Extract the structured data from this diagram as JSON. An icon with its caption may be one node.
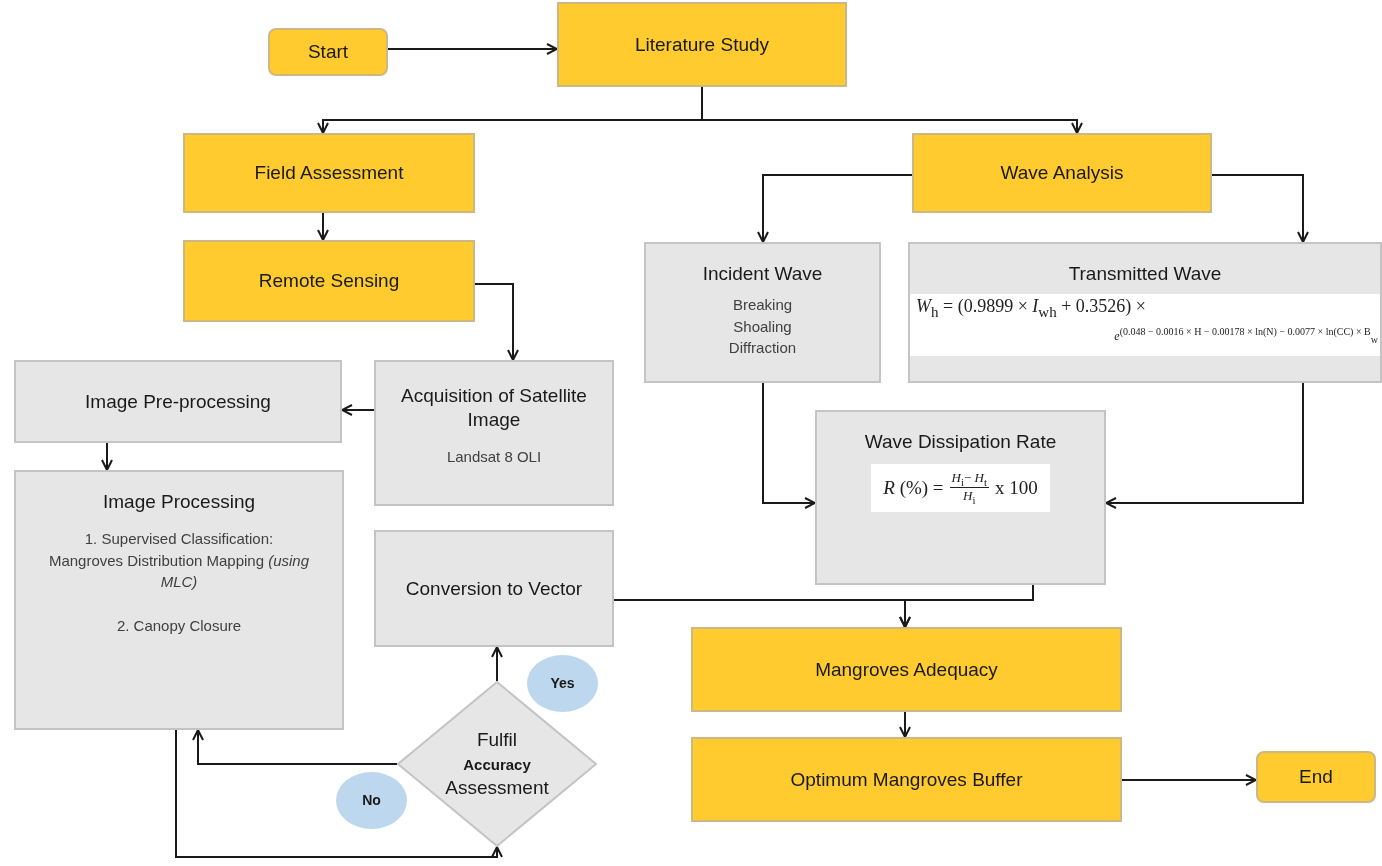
{
  "diagram": {
    "nodes": [
      {
        "text": [
          "Start"
        ]
      },
      {
        "text": [
          "Literature Study"
        ]
      },
      {
        "text": [
          "Field Assessment"
        ]
      },
      {
        "text": [
          "Wave Analysis"
        ]
      },
      {
        "text": [
          "Remote Sensing"
        ]
      },
      {
        "text": [
          "Incident Wave",
          "Breaking Shoaling Diffraction"
        ]
      },
      {
        "text": [
          "Transmitted Wave",
          "*W*$_{h}$ = (0.9899 × *I*$_{wh}$ + 0.3526) ×",
          "*e*$^{(0.048 − 0.0016 × H − 0.00178 × ln(N) − 0.0077 × ln(CC) × B}$$_{w}$"
        ]
      },
      {
        "text": [
          "Image Pre-processing"
        ]
      },
      {
        "text": [
          "Acquisition of Satellite Image",
          "Landsat 8 OLI"
        ]
      },
      {
        "text": [
          "Image Processing",
          "1. Supervised Classification: Mangroves Distribution Mapping *(using MLC)*",
          "2. Canopy Closure"
        ]
      },
      {
        "text": [
          "Wave Dissipation Rate",
          "*R* (%) =",
          "*H*$_{i}$− *H*$_{t}$",
          "*H*$_{i}$",
          "x 100"
        ]
      },
      {
        "text": [
          "Conversion to Vector"
        ]
      },
      {
        "text": [
          "Fulfil",
          "Accuracy",
          "Assessment"
        ]
      },
      {
        "text": [
          "Yes"
        ]
      },
      {
        "text": [
          "No"
        ]
      },
      {
        "text": [
          "Mangroves Adequacy"
        ]
      },
      {
        "text": [
          "Optimum Mangroves Buffer"
        ]
      },
      {
        "text": [
          "End"
        ]
      }
    ],
    "edges": [
      {
        "from": 0,
        "to": 1,
        "arrow": "to"
      },
      {
        "from": 1,
        "to": 2,
        "arrow": "to"
      },
      {
        "from": 1,
        "to": 3,
        "arrow": "to"
      },
      {
        "from": 3,
        "to": 5,
        "arrow": "to"
      },
      {
        "from": 3,
        "to": 6,
        "arrow": "to"
      },
      {
        "from": 2,
        "to": 4,
        "arrow": "to"
      },
      {
        "from": 4,
        "to": 8,
        "arrow": "to"
      },
      {
        "from": 8,
        "to": 7,
        "arrow": "to"
      },
      {
        "from": 7,
        "to": 9,
        "arrow": "to"
      },
      {
        "from": 9,
        "to": 12,
        "arrow": "to"
      },
      {
        "from": 12,
        "to": 9,
        "arrow": "to"
      },
      {
        "from": 12,
        "to": 11,
        "arrow": "to"
      },
      {
        "from": 5,
        "to": 10,
        "arrow": "to"
      },
      {
        "from": 6,
        "to": 10,
        "arrow": "to"
      },
      {
        "from": 11,
        "to": 15,
        "arrow": "to"
      },
      {
        "from": 10,
        "to": 15,
        "arrow": "to"
      },
      {
        "from": 15,
        "to": 16,
        "arrow": "to"
      },
      {
        "from": 16,
        "to": 17,
        "arrow": "to"
      }
    ]
  }
}
